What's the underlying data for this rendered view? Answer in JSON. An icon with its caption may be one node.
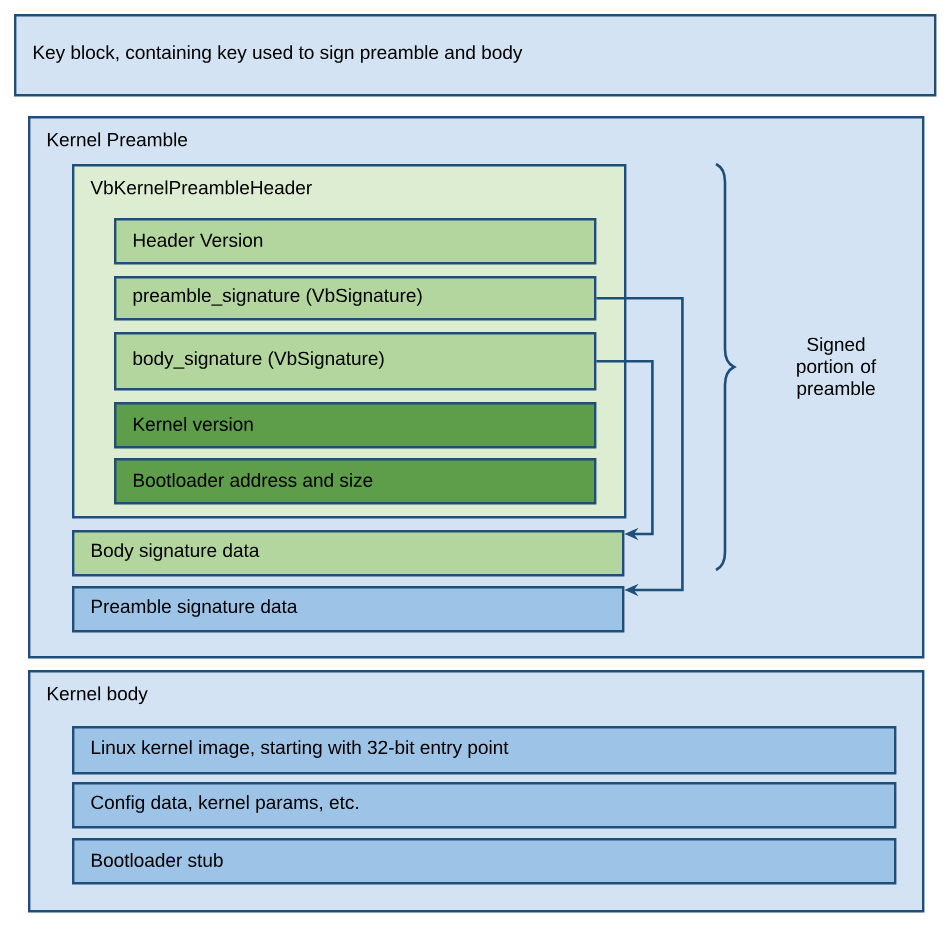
{
  "diagram": {
    "nodes": [
      {
        "text": [
          "Key block, containing key used to sign preamble and body"
        ]
      },
      {
        "text": [
          "Kernel Preamble"
        ]
      },
      {
        "text": [
          "VbKernelPreambleHeader"
        ],
        "in": 1
      },
      {
        "text": [
          "Header Version"
        ],
        "in": 2
      },
      {
        "text": [
          "preamble_signature (VbSignature)"
        ],
        "in": 2
      },
      {
        "text": [
          "body_signature (VbSignature)"
        ],
        "in": 2
      },
      {
        "text": [
          "Kernel version"
        ],
        "in": 2
      },
      {
        "text": [
          "Bootloader address and size"
        ],
        "in": 2
      },
      {
        "text": [
          "Body signature data"
        ],
        "in": 1
      },
      {
        "text": [
          "Preamble signature data"
        ],
        "in": 1
      },
      {
        "text": [
          "Kernel body"
        ]
      },
      {
        "text": [
          "Linux kernel image, starting with 32-bit entry point"
        ],
        "in": 10
      },
      {
        "text": [
          "Config data, kernel params, etc."
        ],
        "in": 10
      },
      {
        "text": [
          "Bootloader stub"
        ],
        "in": 10
      }
    ],
    "edges": [
      {
        "from": 4,
        "to": 9,
        "arrow": "to"
      },
      {
        "from": 5,
        "to": 8,
        "arrow": "to"
      }
    ],
    "labels": [
      "Signed portion of preamble"
    ]
  }
}
